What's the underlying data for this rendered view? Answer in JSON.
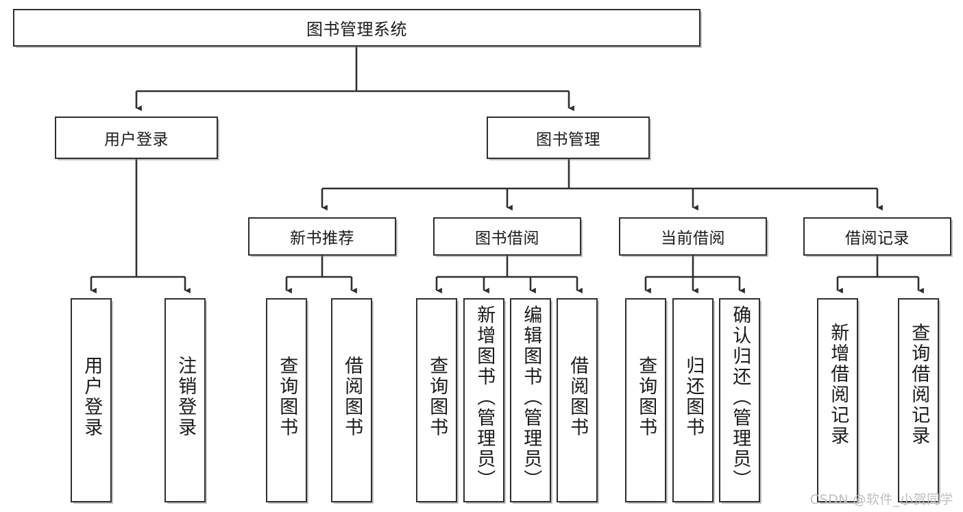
{
  "diagram": {
    "title": "图书管理系统",
    "type": "functional-structure-tree",
    "watermark": "CSDN @软件_小贺同学",
    "colors": {
      "box_border": "#2f2f2f",
      "box_fill": "#ffffff",
      "edge": "#2f2f2f",
      "text": "#1a1a1a",
      "watermark": "#bfbfbf",
      "background": "#ffffff"
    },
    "root": {
      "label": "图书管理系统"
    },
    "level2": [
      {
        "label": "用户登录"
      },
      {
        "label": "图书管理"
      }
    ],
    "level3": [
      {
        "label": "新书推荐"
      },
      {
        "label": "图书借阅"
      },
      {
        "label": "当前借阅"
      },
      {
        "label": "借阅记录"
      }
    ],
    "leaves": {
      "user_login": [
        {
          "label": "用户登录"
        },
        {
          "label": "注销登录"
        }
      ],
      "new_book_recommend": [
        {
          "label": "查询图书"
        },
        {
          "label": "借阅图书"
        }
      ],
      "book_borrow": [
        {
          "label": "查询图书"
        },
        {
          "label": "新增图书（管理员）"
        },
        {
          "label": "编辑图书（管理员）"
        },
        {
          "label": "借阅图书"
        }
      ],
      "current_borrow": [
        {
          "label": "查询图书"
        },
        {
          "label": "归还图书"
        },
        {
          "label": "确认归还（管理员）"
        }
      ],
      "borrow_record": [
        {
          "label": "新增借阅记录"
        },
        {
          "label": "查询借阅记录"
        }
      ]
    }
  }
}
